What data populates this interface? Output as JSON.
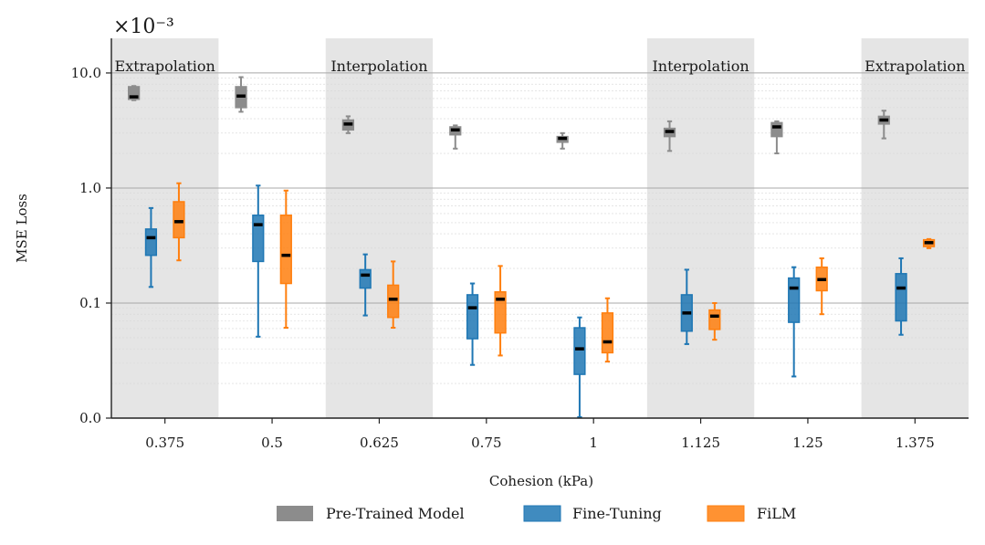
{
  "chart_data": {
    "type": "box",
    "scale_label": "×10⁻³",
    "ylabel": "MSE Loss",
    "xlabel": "Cohesion (kPa)",
    "y_scale": "log",
    "y_ticks": [
      {
        "value": 0.01,
        "label": "0.0"
      },
      {
        "value": 0.1,
        "label": "0.1"
      },
      {
        "value": 1,
        "label": "1.0"
      },
      {
        "value": 10,
        "label": "10.0"
      }
    ],
    "ylim": [
      0.01,
      20
    ],
    "categories": [
      "0.375",
      "0.5",
      "0.625",
      "0.75",
      "1",
      "1.125",
      "1.25",
      "1.375"
    ],
    "regions": [
      {
        "label": "Extrapolation",
        "from": "0.375",
        "to": "0.375",
        "shaded": true
      },
      {
        "label": "",
        "from": "0.5",
        "to": "0.5",
        "shaded": false
      },
      {
        "label": "Interpolation",
        "from": "0.625",
        "to": "0.625",
        "shaded": true
      },
      {
        "label": "",
        "from": "0.75",
        "to": "1",
        "shaded": false
      },
      {
        "label": "Interpolation",
        "from": "1.125",
        "to": "1.125",
        "shaded": true
      },
      {
        "label": "",
        "from": "1.25",
        "to": "1.25",
        "shaded": false
      },
      {
        "label": "Extrapolation",
        "from": "1.375",
        "to": "1.375",
        "shaded": true
      }
    ],
    "series": [
      {
        "name": "Pre-Trained Model",
        "color": "#8c8c8c",
        "boxes": [
          {
            "min": 5.8,
            "q1": 5.9,
            "median": 6.2,
            "q3": 7.6,
            "max": 7.7
          },
          {
            "min": 4.6,
            "q1": 5.0,
            "median": 6.3,
            "q3": 7.6,
            "max": 9.2
          },
          {
            "min": 3.0,
            "q1": 3.2,
            "median": 3.6,
            "q3": 3.9,
            "max": 4.2
          },
          {
            "min": 2.2,
            "q1": 2.9,
            "median": 3.2,
            "q3": 3.4,
            "max": 3.5
          },
          {
            "min": 2.2,
            "q1": 2.5,
            "median": 2.7,
            "q3": 2.8,
            "max": 3.0
          },
          {
            "min": 2.1,
            "q1": 2.8,
            "median": 3.1,
            "q3": 3.3,
            "max": 3.8
          },
          {
            "min": 2.0,
            "q1": 2.8,
            "median": 3.4,
            "q3": 3.7,
            "max": 3.8
          },
          {
            "min": 2.7,
            "q1": 3.6,
            "median": 3.9,
            "q3": 4.2,
            "max": 4.7
          }
        ]
      },
      {
        "name": "Fine-Tuning",
        "color": "#1f77b4",
        "boxes": [
          {
            "min": 0.138,
            "q1": 0.26,
            "median": 0.37,
            "q3": 0.44,
            "max": 0.67
          },
          {
            "min": 0.051,
            "q1": 0.23,
            "median": 0.48,
            "q3": 0.58,
            "max": 1.05
          },
          {
            "min": 0.078,
            "q1": 0.135,
            "median": 0.175,
            "q3": 0.195,
            "max": 0.265
          },
          {
            "min": 0.029,
            "q1": 0.049,
            "median": 0.091,
            "q3": 0.118,
            "max": 0.148
          },
          {
            "min": 0.0102,
            "q1": 0.024,
            "median": 0.04,
            "q3": 0.061,
            "max": 0.075
          },
          {
            "min": 0.044,
            "q1": 0.057,
            "median": 0.082,
            "q3": 0.118,
            "max": 0.195
          },
          {
            "min": 0.023,
            "q1": 0.068,
            "median": 0.135,
            "q3": 0.165,
            "max": 0.205
          },
          {
            "min": 0.053,
            "q1": 0.07,
            "median": 0.135,
            "q3": 0.18,
            "max": 0.245
          }
        ]
      },
      {
        "name": "FiLM",
        "color": "#ff7f0e",
        "boxes": [
          {
            "min": 0.235,
            "q1": 0.37,
            "median": 0.51,
            "q3": 0.76,
            "max": 1.1
          },
          {
            "min": 0.061,
            "q1": 0.148,
            "median": 0.26,
            "q3": 0.58,
            "max": 0.95
          },
          {
            "min": 0.061,
            "q1": 0.075,
            "median": 0.108,
            "q3": 0.143,
            "max": 0.23
          },
          {
            "min": 0.035,
            "q1": 0.055,
            "median": 0.108,
            "q3": 0.125,
            "max": 0.21
          },
          {
            "min": 0.031,
            "q1": 0.037,
            "median": 0.046,
            "q3": 0.082,
            "max": 0.11
          },
          {
            "min": 0.048,
            "q1": 0.059,
            "median": 0.077,
            "q3": 0.087,
            "max": 0.1
          },
          {
            "min": 0.08,
            "q1": 0.128,
            "median": 0.16,
            "q3": 0.205,
            "max": 0.245
          },
          {
            "min": 0.3,
            "q1": 0.31,
            "median": 0.335,
            "q3": 0.355,
            "max": 0.36
          }
        ]
      }
    ],
    "grid": {
      "major_y": true,
      "minor_y": true
    },
    "legend": {
      "position": "bottom-center",
      "entries": [
        "Pre-Trained Model",
        "Fine-Tuning",
        "FiLM"
      ]
    },
    "shade_color": "#e5e5e5",
    "median_color": "#000000"
  }
}
